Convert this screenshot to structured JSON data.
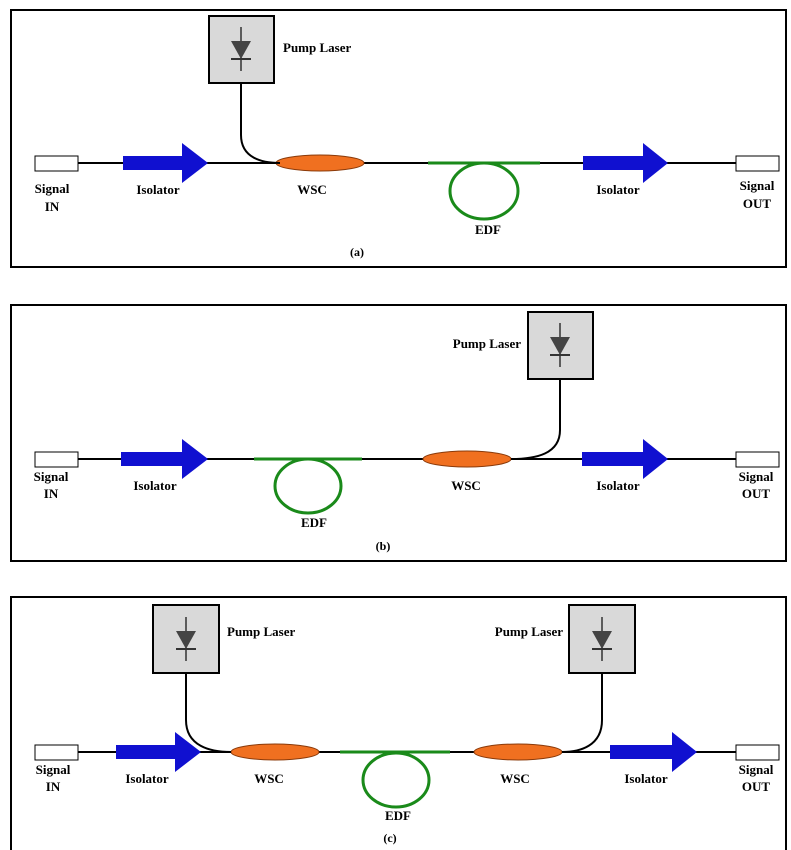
{
  "colors": {
    "isolator": "#1010d0",
    "wsc": "#f07020",
    "edf": "#1a8a1a",
    "pump_box": "#d9d9d9",
    "frame": "#000000"
  },
  "panels": [
    {
      "caption": "(a)",
      "signal_in": [
        "Signal",
        "IN"
      ],
      "signal_out": [
        "Signal",
        "OUT"
      ],
      "isolator_left": "Isolator",
      "isolator_right": "Isolator",
      "wsc": [
        "WSC"
      ],
      "edf": "EDF",
      "pumps": [
        "Pump Laser"
      ]
    },
    {
      "caption": "(b)",
      "signal_in": [
        "Signal",
        "IN"
      ],
      "signal_out": [
        "Signal",
        "OUT"
      ],
      "isolator_left": "Isolator",
      "isolator_right": "Isolator",
      "wsc": [
        "WSC"
      ],
      "edf": "EDF",
      "pumps": [
        "Pump Laser"
      ]
    },
    {
      "caption": "(c)",
      "signal_in": [
        "Signal",
        "IN"
      ],
      "signal_out": [
        "Signal",
        "OUT"
      ],
      "isolator_left": "Isolator",
      "isolator_right": "Isolator",
      "wsc": [
        "WSC",
        "WSC"
      ],
      "edf": "EDF",
      "pumps": [
        "Pump Laser",
        "Pump Laser"
      ]
    }
  ]
}
